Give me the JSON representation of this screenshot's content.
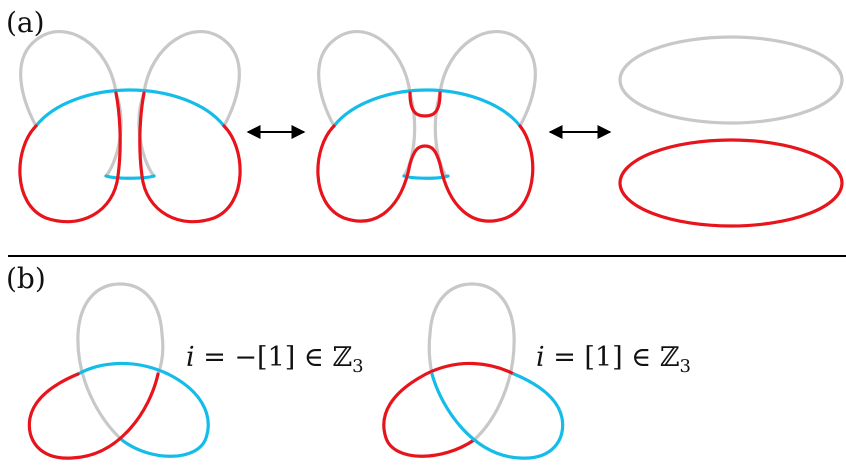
{
  "panel_a": {
    "label": "(a)"
  },
  "panel_b": {
    "label": "(b)",
    "left_index": {
      "var": "i",
      "rest": " = −[1] ∈ ℤ",
      "sub": "3"
    },
    "right_index": {
      "var": "i",
      "rest": " = [1] ∈ ℤ",
      "sub": "3"
    }
  },
  "colors": {
    "gray": "#c8c8c8",
    "red": "#e8141c",
    "blue": "#14bde9",
    "divider": "#000000"
  }
}
